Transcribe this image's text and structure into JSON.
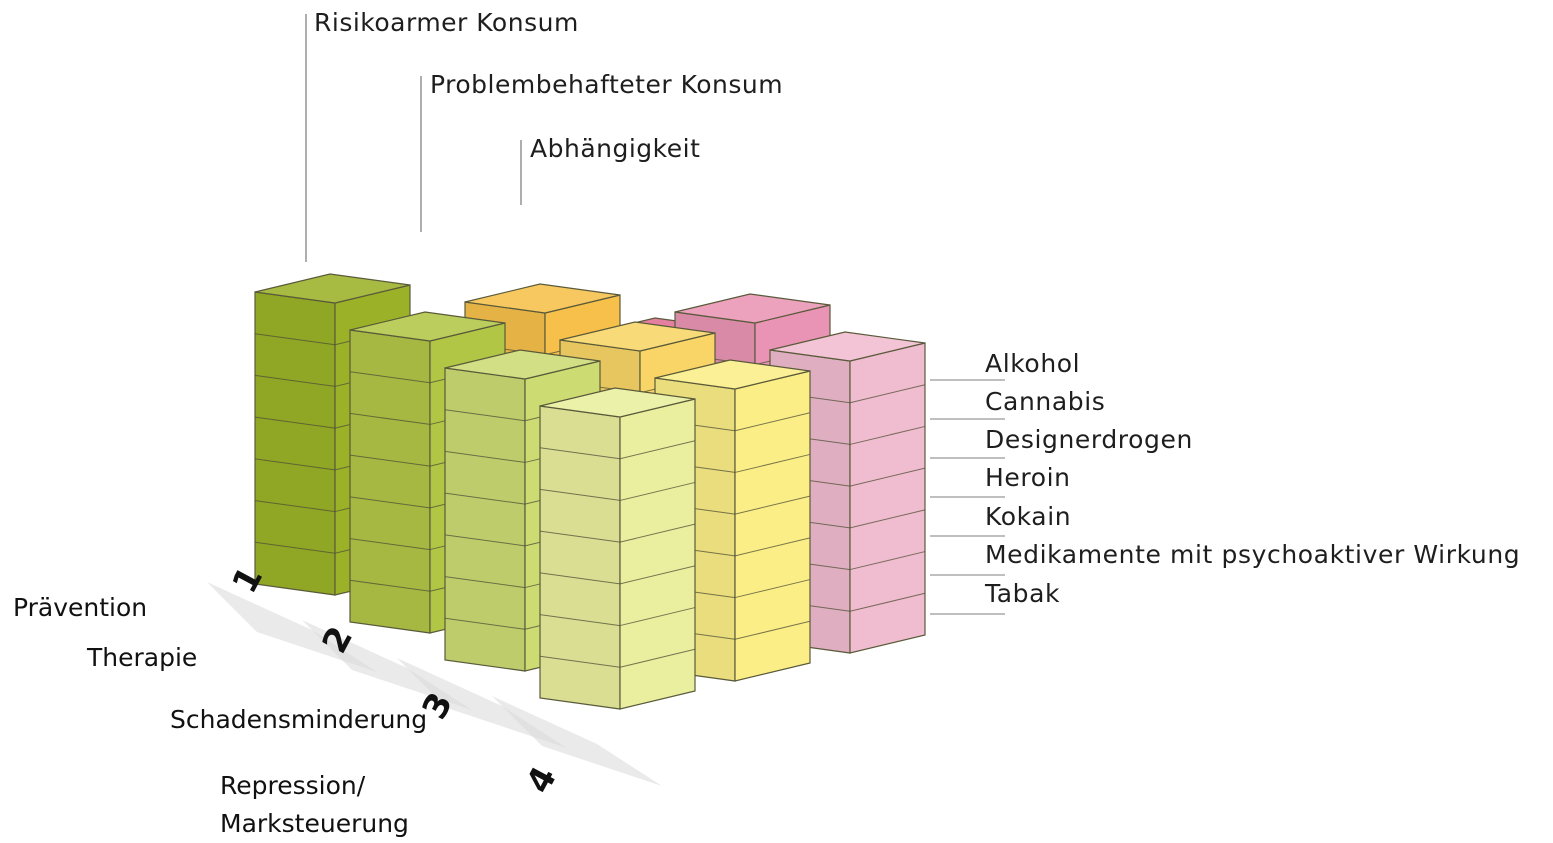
{
  "columns": [
    {
      "label": "Risikoarmer Konsum"
    },
    {
      "label": "Problembehafteter Konsum"
    },
    {
      "label": "Abhängigkeit"
    }
  ],
  "substances": [
    {
      "label": "Alkohol"
    },
    {
      "label": "Cannabis"
    },
    {
      "label": "Designerdrogen"
    },
    {
      "label": "Heroin"
    },
    {
      "label": "Kokain"
    },
    {
      "label": "Medikamente mit psychoaktiver Wirkung"
    },
    {
      "label": "Tabak"
    }
  ],
  "pillars": [
    {
      "number": "1",
      "label": "Prävention"
    },
    {
      "number": "2",
      "label": "Therapie"
    },
    {
      "number": "3",
      "label": "Schadensminderung"
    },
    {
      "number": "4",
      "label": "Repression/",
      "label2": "Marksteuerung"
    }
  ],
  "colors": {
    "risk_low": [
      "#9bb228",
      "#b2c646",
      "#cddb73",
      "#e9ef9e"
    ],
    "risk_mid": [
      "#f0a62c",
      "#f6c04a",
      "#f8d566",
      "#fbee86"
    ],
    "dependence": [
      "#d83f6c",
      "#e06d93",
      "#e994b4",
      "#f0bccf"
    ]
  }
}
